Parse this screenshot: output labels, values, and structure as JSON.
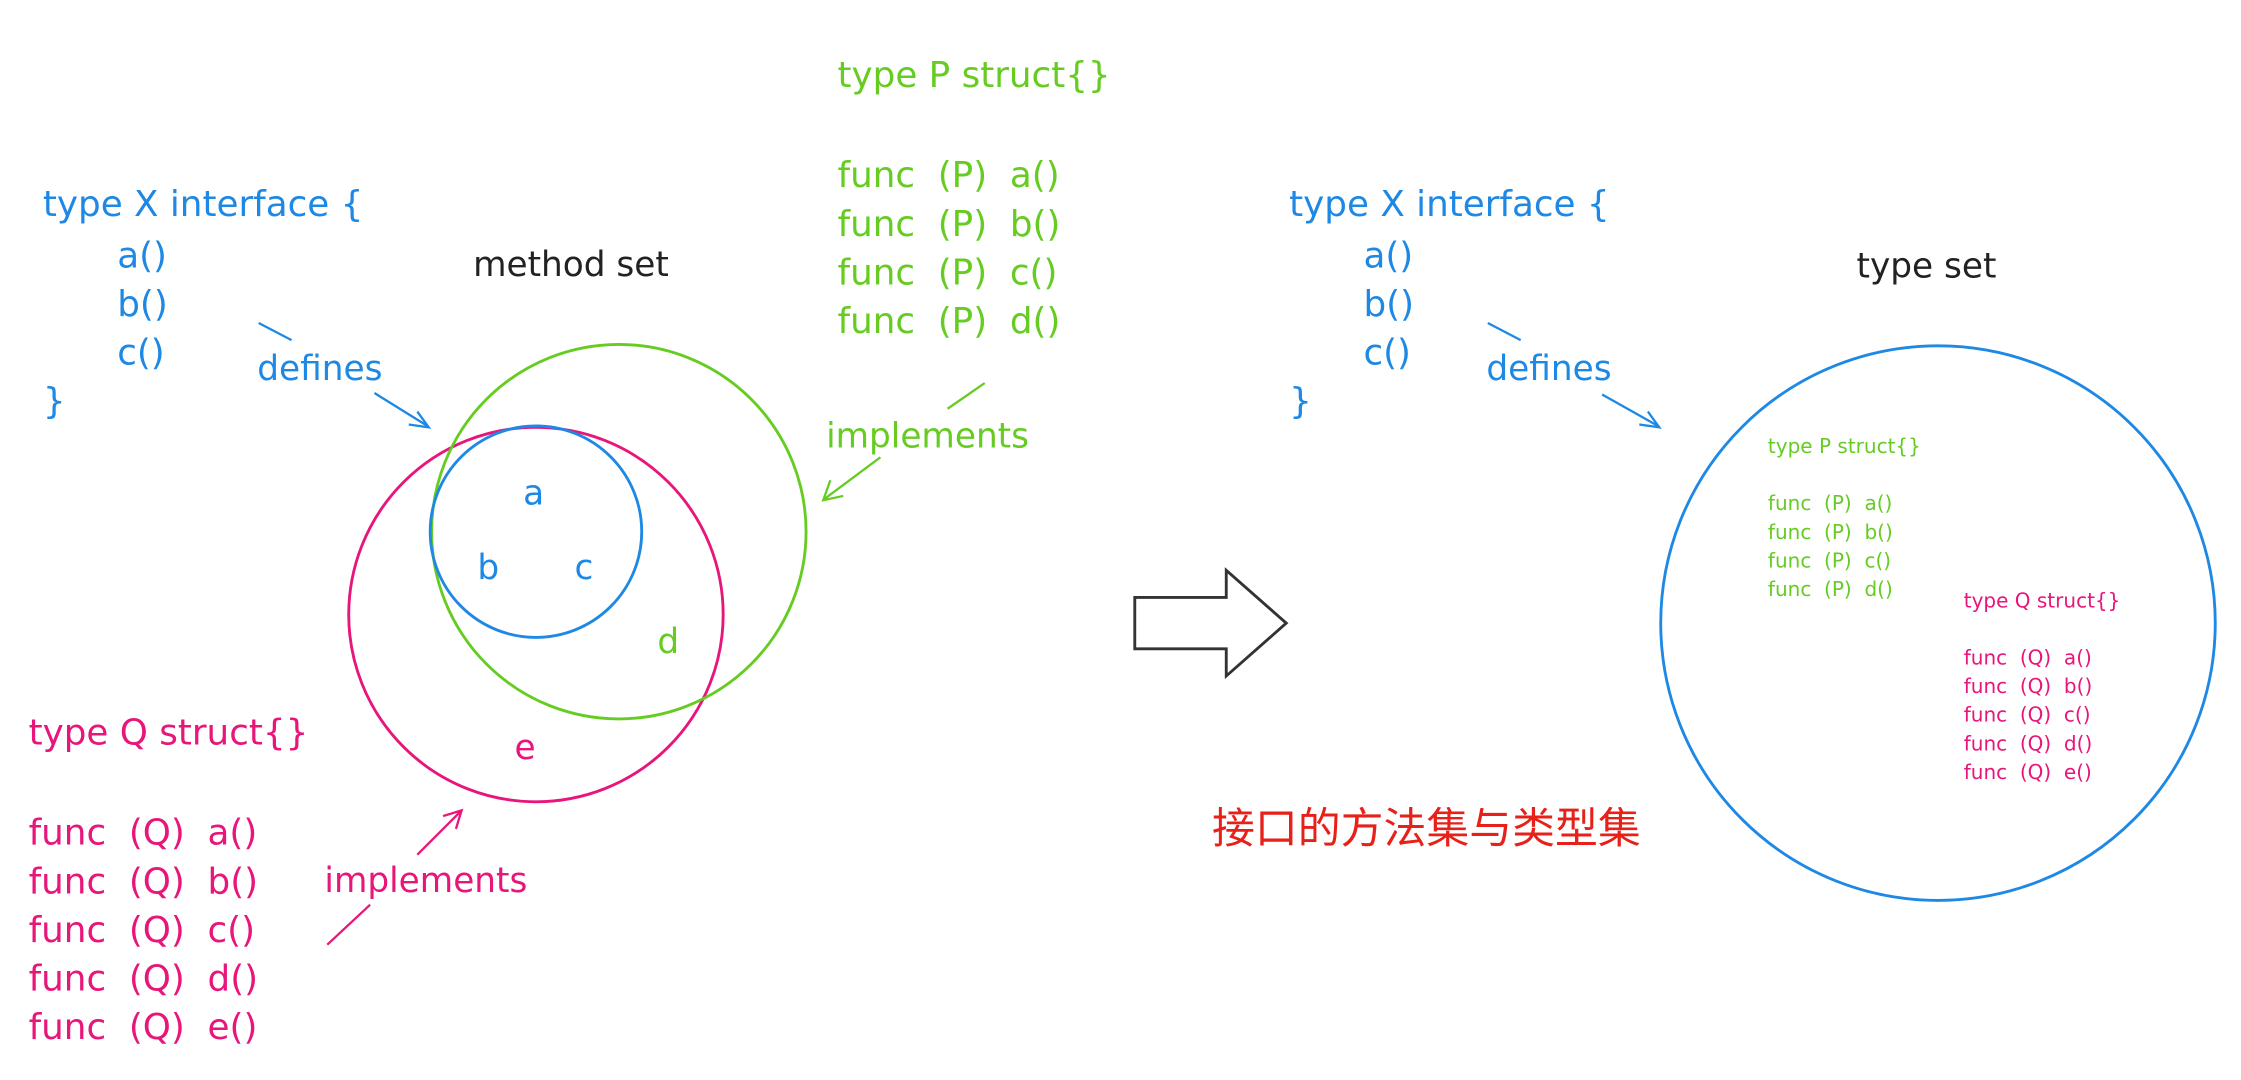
{
  "left": {
    "interface": {
      "decl": "type X interface {",
      "methods": [
        "a()",
        "b()",
        "c()"
      ],
      "close": "}"
    },
    "defines_label": "defines",
    "method_set_label": "method set",
    "p_type": {
      "decl": "type P struct{}",
      "funcs": [
        "func  (P)  a()",
        "func  (P)  b()",
        "func  (P)  c()",
        "func  (P)  d()"
      ]
    },
    "q_type": {
      "decl": "type Q struct{}",
      "funcs": [
        "func  (Q)  a()",
        "func  (Q)  b()",
        "func  (Q)  c()",
        "func  (Q)  d()",
        "func  (Q)  e()"
      ]
    },
    "implements_p_label": "implements",
    "implements_q_label": "implements",
    "venn_letters": {
      "a": "a",
      "b": "b",
      "c": "c",
      "d": "d",
      "e": "e"
    }
  },
  "right": {
    "interface": {
      "decl": "type X interface {",
      "methods": [
        "a()",
        "b()",
        "c()"
      ],
      "close": "}"
    },
    "defines_label": "defines",
    "type_set_label": "type set",
    "p_type": {
      "decl": "type P struct{}",
      "funcs": [
        "func  (P)  a()",
        "func  (P)  b()",
        "func  (P)  c()",
        "func  (P)  d()"
      ]
    },
    "q_type": {
      "decl": "type Q struct{}",
      "funcs": [
        "func  (Q)  a()",
        "func  (Q)  b()",
        "func  (Q)  c()",
        "func  (Q)  d()",
        "func  (Q)  e()"
      ]
    }
  },
  "caption": "接口的方法集与类型集",
  "colors": {
    "interface_blue": "#1e88e5",
    "p_green": "#66cc22",
    "q_pink": "#e8157a",
    "caption_red": "#e8201a",
    "arrow_outline": "#333333"
  }
}
